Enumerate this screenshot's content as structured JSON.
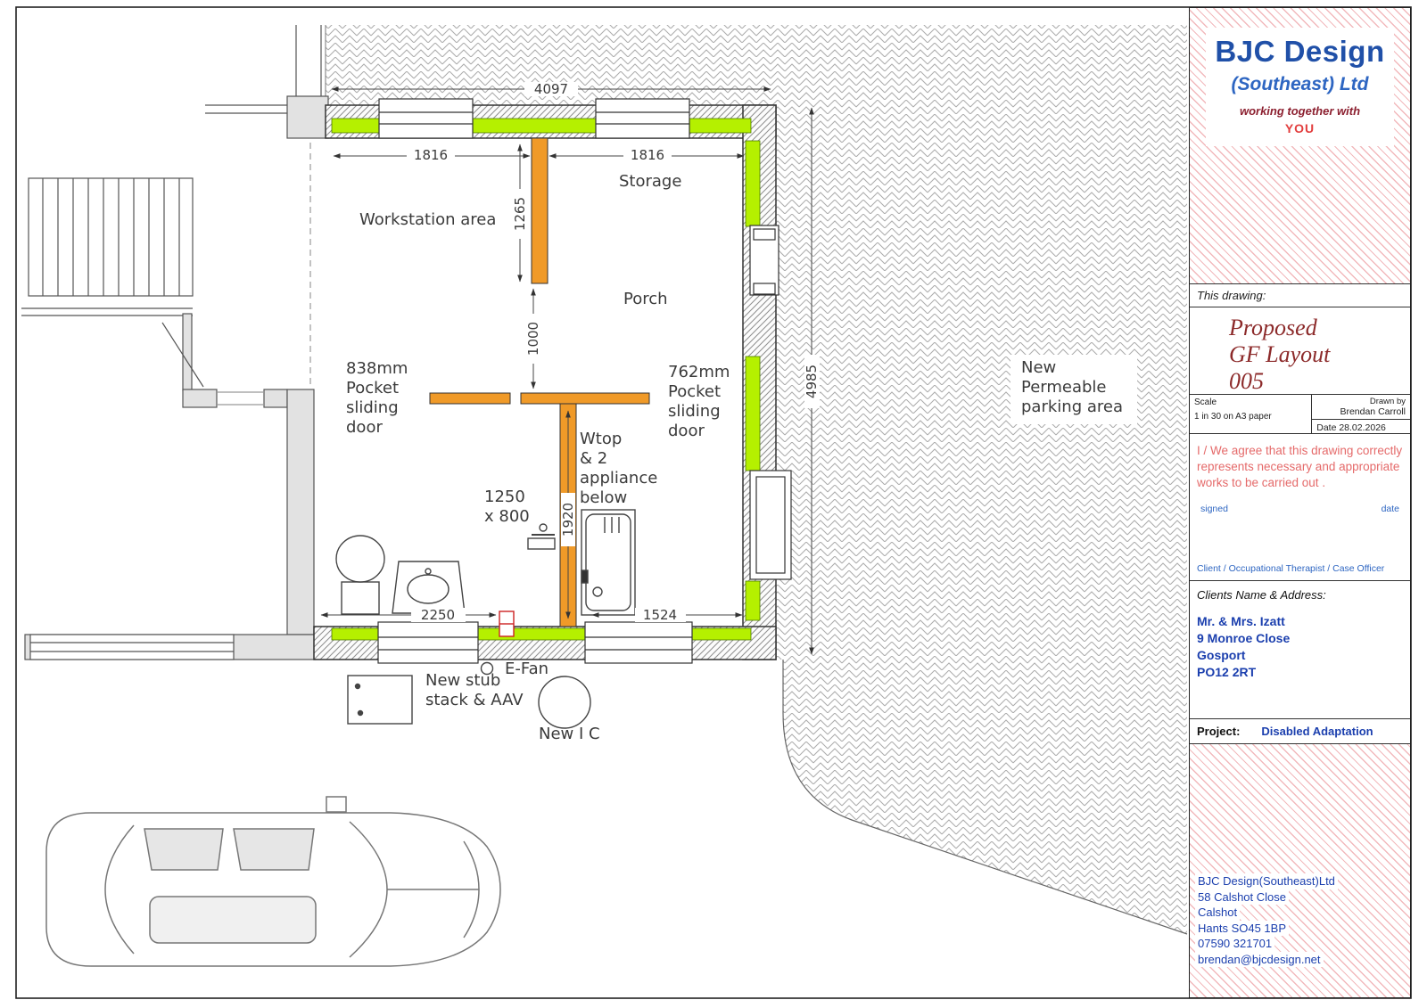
{
  "plan": {
    "rooms": {
      "workstation": "Workstation area",
      "storage": "Storage",
      "porch": "Porch"
    },
    "dims": {
      "top_overall": "4097",
      "window_left": "1816",
      "window_right": "1816",
      "partition_depth": "1265",
      "door_gap": "1000",
      "side_overall": "4985",
      "stem_wall": "1920",
      "bottom_left": "2250",
      "bottom_right": "1524",
      "shower_size_line1": "1250",
      "shower_size_line2": "x 800"
    },
    "annotations": {
      "pocket_door_left": [
        "838mm",
        "Pocket",
        "sliding",
        "door"
      ],
      "pocket_door_right": [
        "762mm",
        "Pocket",
        "sliding",
        "door"
      ],
      "worktop": [
        "Wtop",
        "& 2",
        "appliance",
        "below"
      ],
      "parking": [
        "New",
        "Permeable",
        "parking area"
      ],
      "efan": "E-Fan",
      "stub_stack": [
        "New stub",
        "stack & AAV"
      ],
      "new_ic": "New I C"
    }
  },
  "title_block": {
    "company": "BJC Design",
    "company_sub": "(Southeast) Ltd",
    "tagline": "working together with",
    "tagline_emph": "YOU",
    "this_drawing_label": "This drawing:",
    "drawing_title": [
      "Proposed",
      "GF Layout",
      "005"
    ],
    "scale_label": "Scale",
    "scale_value": "1 in 30 on A3 paper",
    "drawn_by_label": "Drawn by",
    "drawn_by_name": "Brendan Carroll",
    "date_value": "Date 28.02.2026",
    "agreement_text": "I / We agree that this drawing correctly represents necessary and appropriate works to be carried out .",
    "signed_label": "signed",
    "date_label": "date",
    "roles_line": "Client / Occupational Therapist / Case Officer",
    "clients_heading": "Clients Name & Address:",
    "client_lines": [
      "Mr. & Mrs. Izatt",
      "9 Monroe Close",
      "Gosport",
      "PO12 2RT"
    ],
    "project_label": "Project:",
    "project_value": "Disabled Adaptation",
    "footer_lines": [
      "BJC Design(Southeast)Ltd",
      "58 Calshot Close",
      "Calshot",
      "Hants SO45 1BP",
      "07590 321701",
      "brendan@bjcdesign.net"
    ]
  },
  "colors": {
    "new_wall_orange": "#f09a28",
    "highlight_green": "#b5f000",
    "brand_blue": "#2050a8",
    "link_blue": "#1b3fae",
    "title_maroon": "#8c2a2a",
    "agreement_red": "#e56a6a",
    "brand_red": "#e23d3d",
    "hatch_pink": "#f2b9bc"
  }
}
